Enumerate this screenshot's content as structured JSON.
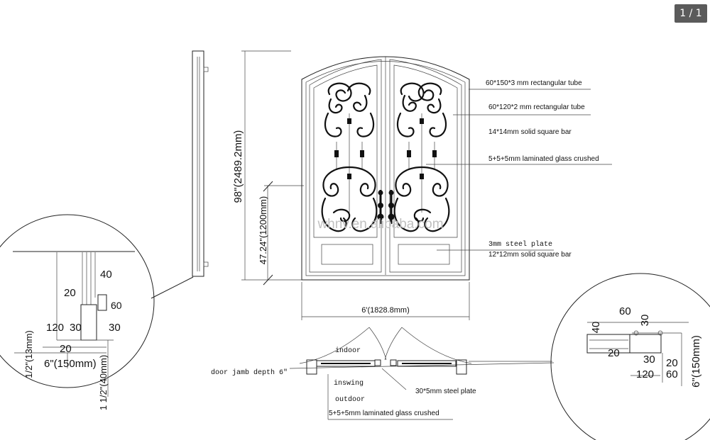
{
  "page_indicator": "1 / 1",
  "watermark": "whnv.en.alibaba.com",
  "dimensions": {
    "height": "98\"(2489.2mm)",
    "handle_height": "47.24\"(1200mm)",
    "width": "6'(1828.8mm)"
  },
  "callouts": {
    "tube_large": "60*150*3 mm rectangular tube",
    "tube_small": "60*120*2 mm rectangular tube",
    "square_bar_14": "14*14mm solid square bar",
    "glass_top": "5+5+5mm laminated glass crushed",
    "steel_plate_3mm": "3mm steel plate",
    "square_bar_12": "12*12mm solid square bar"
  },
  "plan": {
    "indoor": "indoor",
    "inswing": "inswing",
    "outdoor": "outdoor",
    "jamb_depth": "door jamb depth 6\"",
    "steel_plate": "30*5mm steel plate",
    "glass": "5+5+5mm laminated glass crushed"
  },
  "detail_left": {
    "d40": "40",
    "d20": "20",
    "d60": "60",
    "d120": "120",
    "d30a": "30",
    "d30b": "30",
    "d20b": "20",
    "depth_label": "6\"(150mm)",
    "half_inch": "1/2\"(13mm)",
    "one_half_inch": "1 1/2\"(40mm)"
  },
  "detail_right": {
    "d60": "60",
    "d30": "30",
    "d40": "40",
    "d20": "20",
    "d30b": "30",
    "d20b": "20",
    "d60b": "60",
    "d120": "120",
    "depth_label": "6\"(150mm)"
  }
}
